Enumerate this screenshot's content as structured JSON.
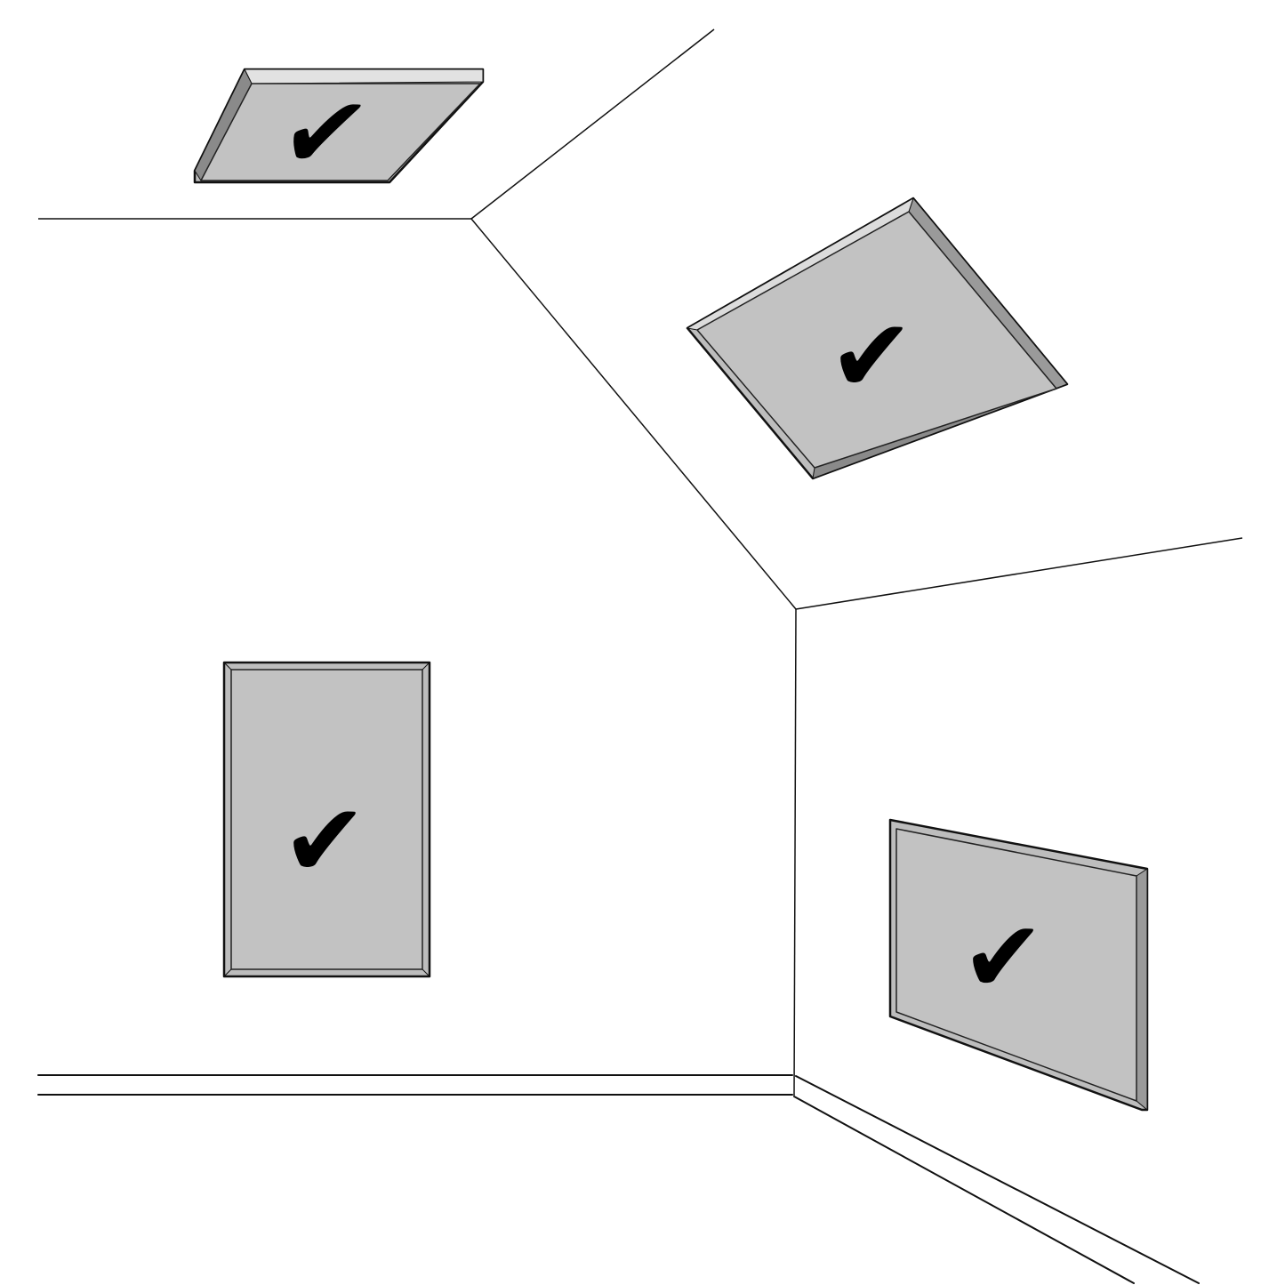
{
  "colors": {
    "background": "#ffffff",
    "line": "#111111",
    "panel_fill": "#c2c2c2",
    "frame_bevel": "#e0e0e0",
    "frame_shadow": "#7a7a7a",
    "mark": "#000000"
  },
  "panels": [
    {
      "name": "ceiling-left-panel",
      "icon": "checkmark-icon",
      "glyph": "✔"
    },
    {
      "name": "ceiling-right-panel",
      "icon": "checkmark-icon",
      "glyph": "✔"
    },
    {
      "name": "left-wall-panel",
      "icon": "checkmark-icon",
      "glyph": "✔"
    },
    {
      "name": "right-wall-panel",
      "icon": "checkmark-icon",
      "glyph": "✔"
    }
  ]
}
